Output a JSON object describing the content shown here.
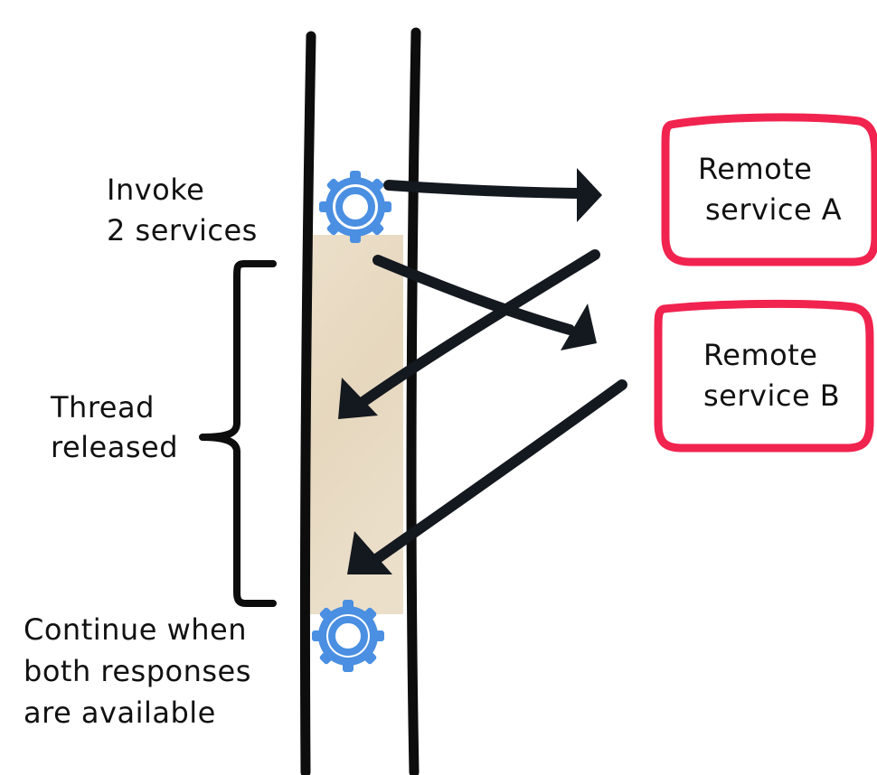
{
  "labels": {
    "invoke": [
      "Invoke",
      "2 services"
    ],
    "released": [
      "Thread",
      "released"
    ],
    "continue": [
      "Continue when",
      "both responses",
      "are available"
    ]
  },
  "services": {
    "a": [
      "Remote",
      "service A"
    ],
    "b": [
      "Remote",
      "service B"
    ]
  },
  "colors": {
    "box_border": "#f1234f",
    "gear": "#4a8fe2",
    "released_area": "#e9dcc6",
    "arrow": "#14181f",
    "line": "#0d0d0d"
  },
  "icons": {
    "start": "gear-icon",
    "end": "gear-icon"
  }
}
